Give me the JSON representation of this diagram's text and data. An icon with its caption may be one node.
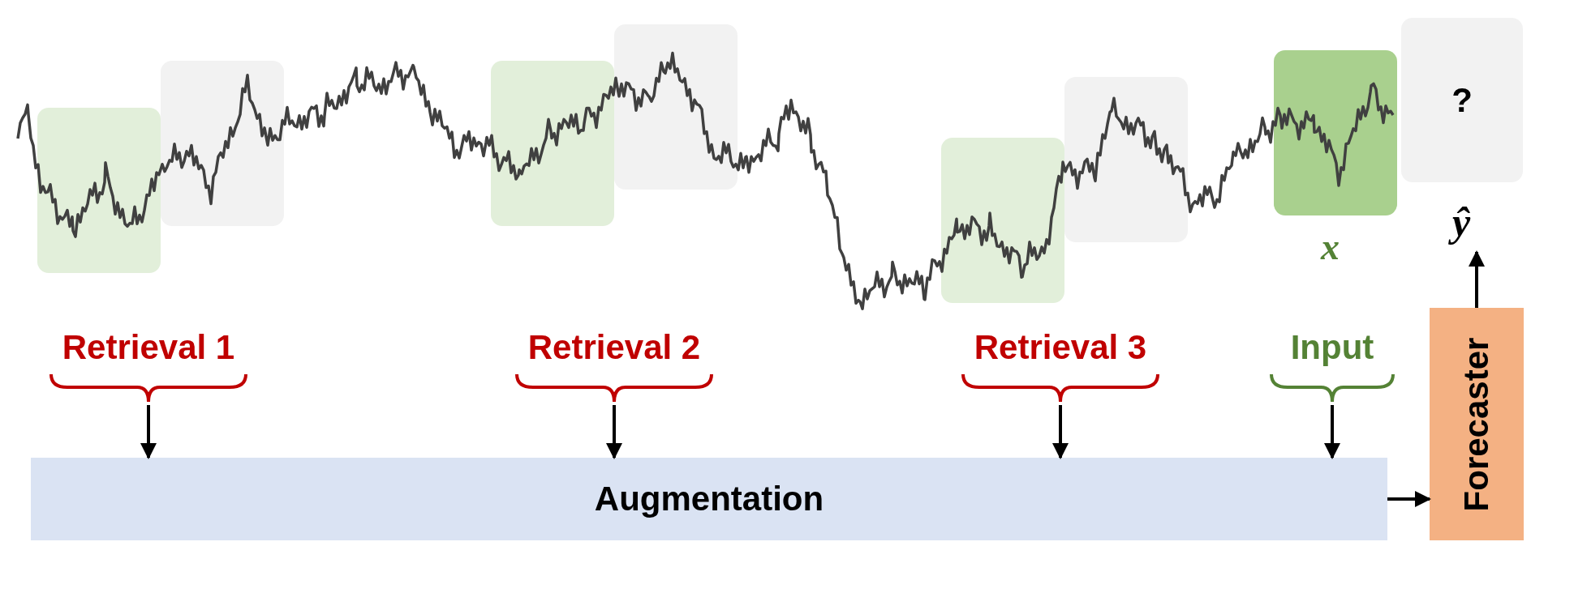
{
  "diagram": {
    "nodes": [
      {
        "text": [
          "Retrieval 1"
        ]
      },
      {
        "text": [
          "Retrieval 2"
        ]
      },
      {
        "text": [
          "Retrieval 3"
        ]
      },
      {
        "text": [
          "Input"
        ]
      },
      {
        "text": [
          "Augmentation"
        ]
      },
      {
        "text": [
          "Forecaster"
        ]
      },
      {
        "text": [
          "ŷ"
        ]
      },
      {
        "text": [
          "?"
        ]
      }
    ],
    "edges": [
      {
        "from": 0,
        "to": 4,
        "arrow": "to"
      },
      {
        "from": 1,
        "to": 4,
        "arrow": "to"
      },
      {
        "from": 2,
        "to": 4,
        "arrow": "to"
      },
      {
        "from": 3,
        "to": 4,
        "arrow": "to"
      },
      {
        "from": 4,
        "to": 5,
        "arrow": "to"
      },
      {
        "from": 5,
        "to": 6,
        "arrow": "to"
      }
    ],
    "labels": [
      "x"
    ]
  }
}
